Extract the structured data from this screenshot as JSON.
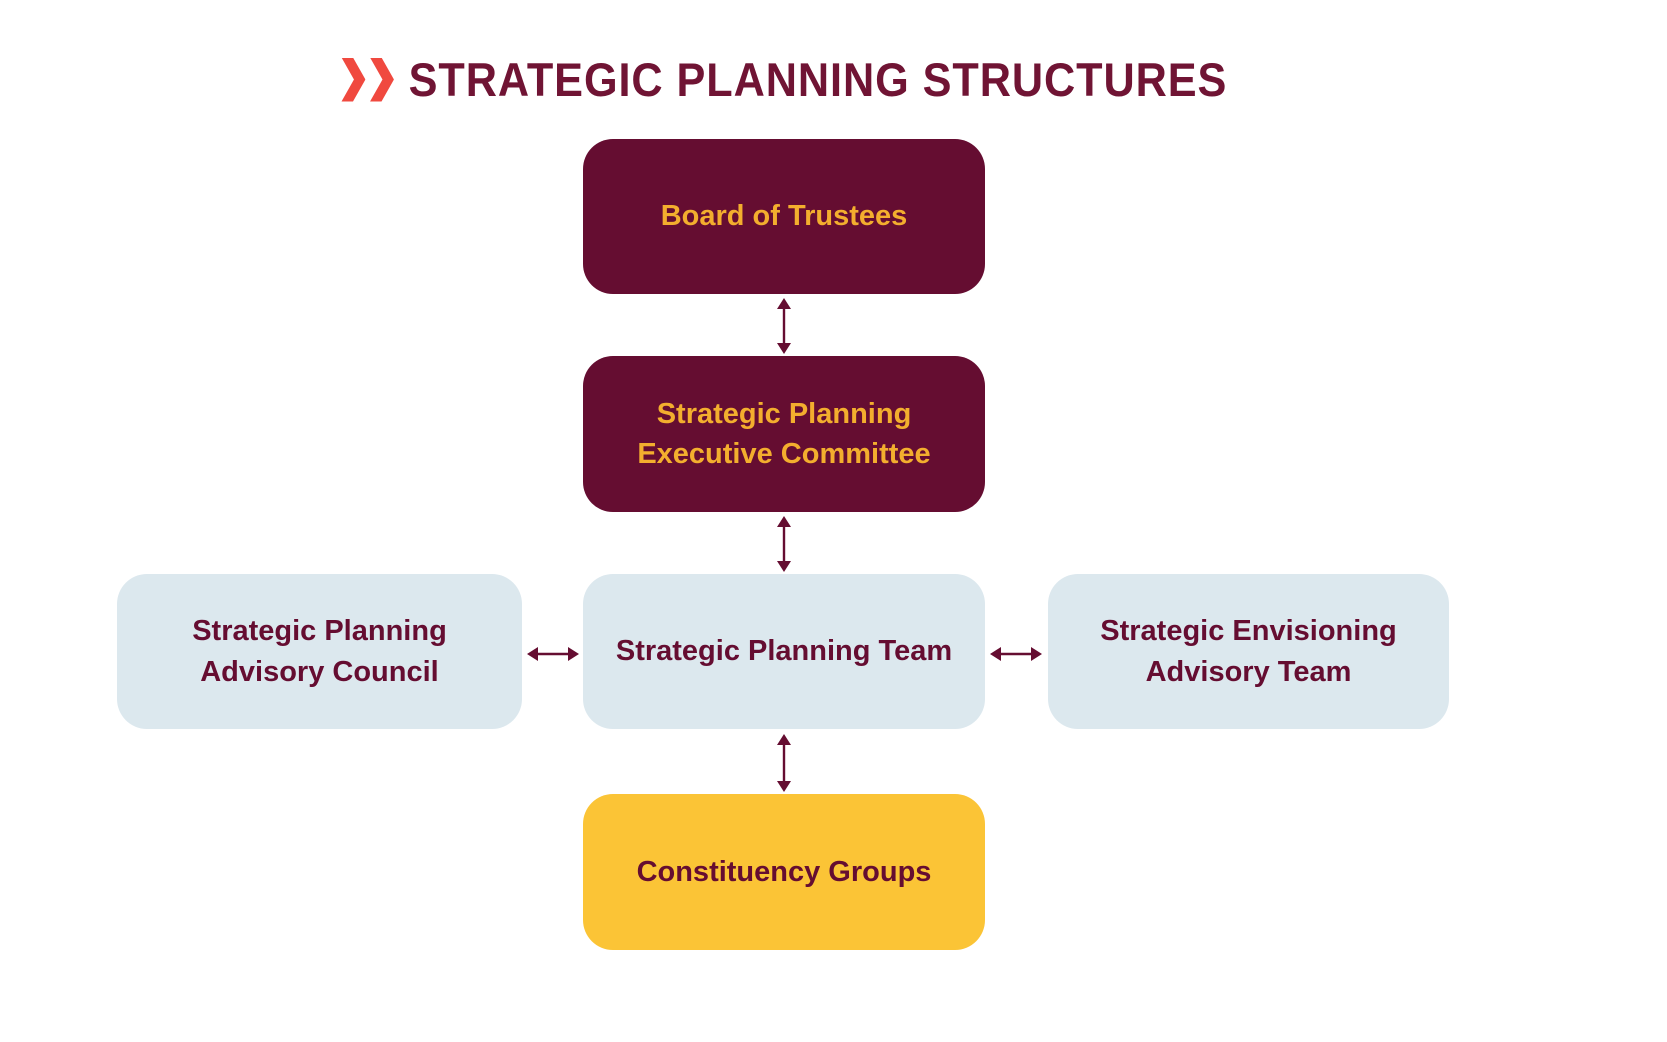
{
  "title": {
    "text": "STRATEGIC PLANNING STRUCTURES"
  },
  "icons": {
    "title_marker": "double-chevron-right",
    "connector_vertical": "double-headed-arrow-vertical",
    "connector_horizontal": "double-headed-arrow-horizontal"
  },
  "colors": {
    "maroon_box": "#650d31",
    "title_maroon": "#701434",
    "gold_box": "#fbc436",
    "gold_text_on_maroon": "#f3ae2e",
    "light_blue_box": "#dce8ee",
    "chevron_red": "#f0493f",
    "background": "#ffffff"
  },
  "nodes": {
    "board_of_trustees": {
      "lines": [
        "Board of Trustees"
      ]
    },
    "executive_committee": {
      "lines": [
        "Strategic Planning",
        "Executive Committee"
      ]
    },
    "advisory_council": {
      "lines": [
        "Strategic Planning",
        "Advisory Council"
      ]
    },
    "planning_team": {
      "lines": [
        "Strategic Planning Team"
      ]
    },
    "envisioning_team": {
      "lines": [
        "Strategic Envisioning",
        "Advisory Team"
      ]
    },
    "constituency_groups": {
      "lines": [
        "Constituency Groups"
      ]
    }
  },
  "connections": [
    {
      "from": "board_of_trustees",
      "to": "executive_committee",
      "type": "bidirectional"
    },
    {
      "from": "executive_committee",
      "to": "planning_team",
      "type": "bidirectional"
    },
    {
      "from": "advisory_council",
      "to": "planning_team",
      "type": "bidirectional"
    },
    {
      "from": "planning_team",
      "to": "envisioning_team",
      "type": "bidirectional"
    },
    {
      "from": "planning_team",
      "to": "constituency_groups",
      "type": "bidirectional"
    }
  ]
}
